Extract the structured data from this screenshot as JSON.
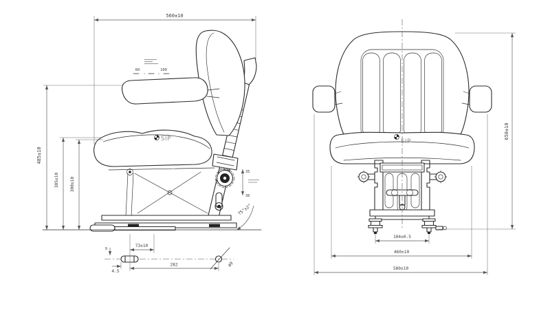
{
  "colors": {
    "background": "#ffffff",
    "line": "#2a2a2a",
    "dimension": "#5a5a5a"
  },
  "side_view": {
    "logo": "SIP",
    "dims": {
      "depth": "560±10",
      "armrest_height": "485±10",
      "seat_height_upper": "305±10",
      "seat_height_lower": "300±10",
      "travel_up": "35",
      "travel_down": "36",
      "backrest_angle": "75°±2°",
      "slot_offset": "73±10",
      "hole_spacing": "282",
      "slot_end_offset": "4.5",
      "slot_width": "9",
      "hole_diameter": "ø9"
    },
    "armrest_scale": {
      "min": "60",
      "max": "100"
    }
  },
  "front_view": {
    "logo": "SIP",
    "dims": {
      "overall_height": "650±10",
      "bolt_spacing": "104±0.5",
      "base_width": "460±10",
      "overall_width": "580±10"
    }
  }
}
